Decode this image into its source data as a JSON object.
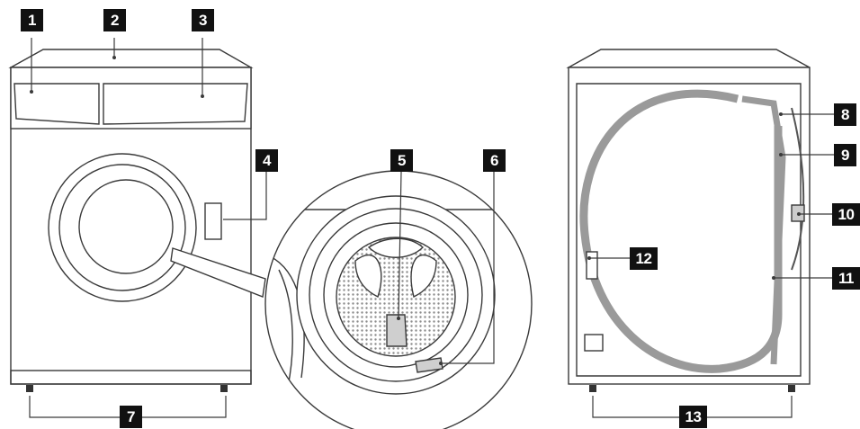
{
  "callouts": {
    "c1": "1",
    "c2": "2",
    "c3": "3",
    "c4": "4",
    "c5": "5",
    "c6": "6",
    "c7": "7",
    "c8": "8",
    "c9": "9",
    "c10": "10",
    "c11": "11",
    "c12": "12",
    "c13": "13"
  },
  "colors": {
    "outline": "#3a3a3a",
    "hose_fill": "#9a9a9a",
    "drum_mesh": "#8c8c8c",
    "label_bg": "#111111",
    "label_text": "#ffffff"
  }
}
